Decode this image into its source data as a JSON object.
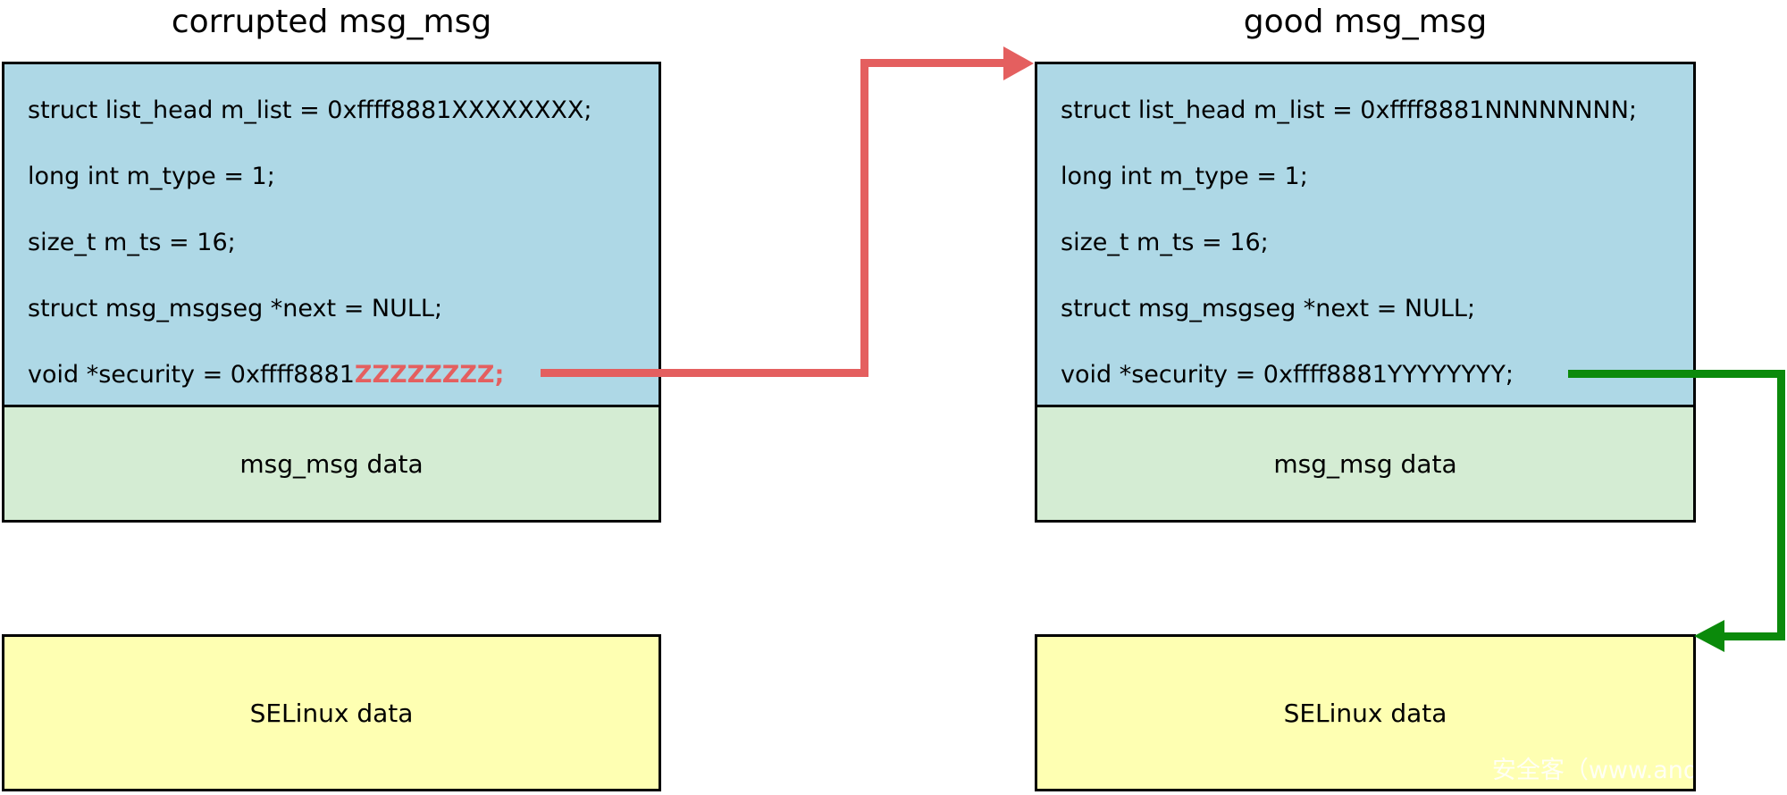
{
  "titles": {
    "left": "corrupted msg_msg",
    "right": "good msg_msg"
  },
  "left_box": {
    "fields": [
      "struct list_head m_list = 0xffff8881XXXXXXXX;",
      "long int m_type = 1;",
      "size_t m_ts = 16;",
      "struct msg_msgseg *next = NULL;"
    ],
    "security_prefix": "void *security = 0xffff8881",
    "security_value": "ZZZZZZZZ;",
    "data_label": "msg_msg data",
    "selinux_label": "SELinux data"
  },
  "right_box": {
    "fields": [
      "struct list_head m_list = 0xffff8881NNNNNNNN;",
      "long int m_type = 1;",
      "size_t m_ts = 16;",
      "struct msg_msgseg *next = NULL;"
    ],
    "security_prefix": "void *security = 0xffff8881",
    "security_value": "YYYYYYYY;",
    "data_label": "msg_msg data",
    "selinux_label": "SELinux data"
  },
  "watermark": {
    "text": "安全客（www.anq"
  },
  "colors": {
    "struct_fill": "#aed8e6",
    "msg_data_fill": "#d4ecd3",
    "selinux_fill": "#feffb2",
    "arrow_corrupted": "#e45f5f",
    "arrow_good": "#0b8a0b",
    "highlight_text": "#e45f5f",
    "border": "#000000"
  }
}
